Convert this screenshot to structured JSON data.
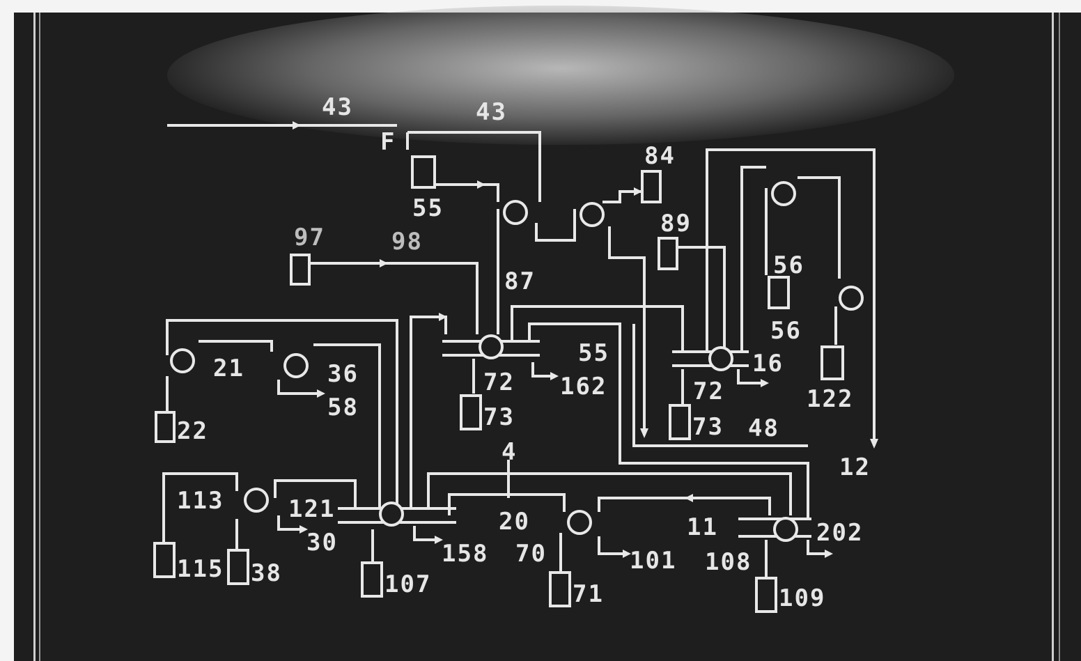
{
  "diagram": {
    "labels": {
      "l43a": "43",
      "l43b": "43",
      "lF": "F",
      "l55a": "55",
      "l84": "84",
      "l89": "89",
      "l97": "97",
      "l98": "98",
      "l87": "87",
      "l56a": "56",
      "l56b": "56",
      "l21": "21",
      "l36": "36",
      "l58": "58",
      "l22": "22",
      "l72a": "72",
      "l162": "162",
      "l73a": "73",
      "l55b": "55",
      "l16": "16",
      "l72b": "72",
      "l73b": "73",
      "l48": "48",
      "l122": "122",
      "l12": "12",
      "l4": "4",
      "l113": "113",
      "l121": "121",
      "l30": "30",
      "l20": "20",
      "l11": "11",
      "l202": "202",
      "l115": "115",
      "l38": "38",
      "l107": "107",
      "l158": "158",
      "l70": "70",
      "l101": "101",
      "l108": "108",
      "l71": "71",
      "l109": "109"
    }
  }
}
